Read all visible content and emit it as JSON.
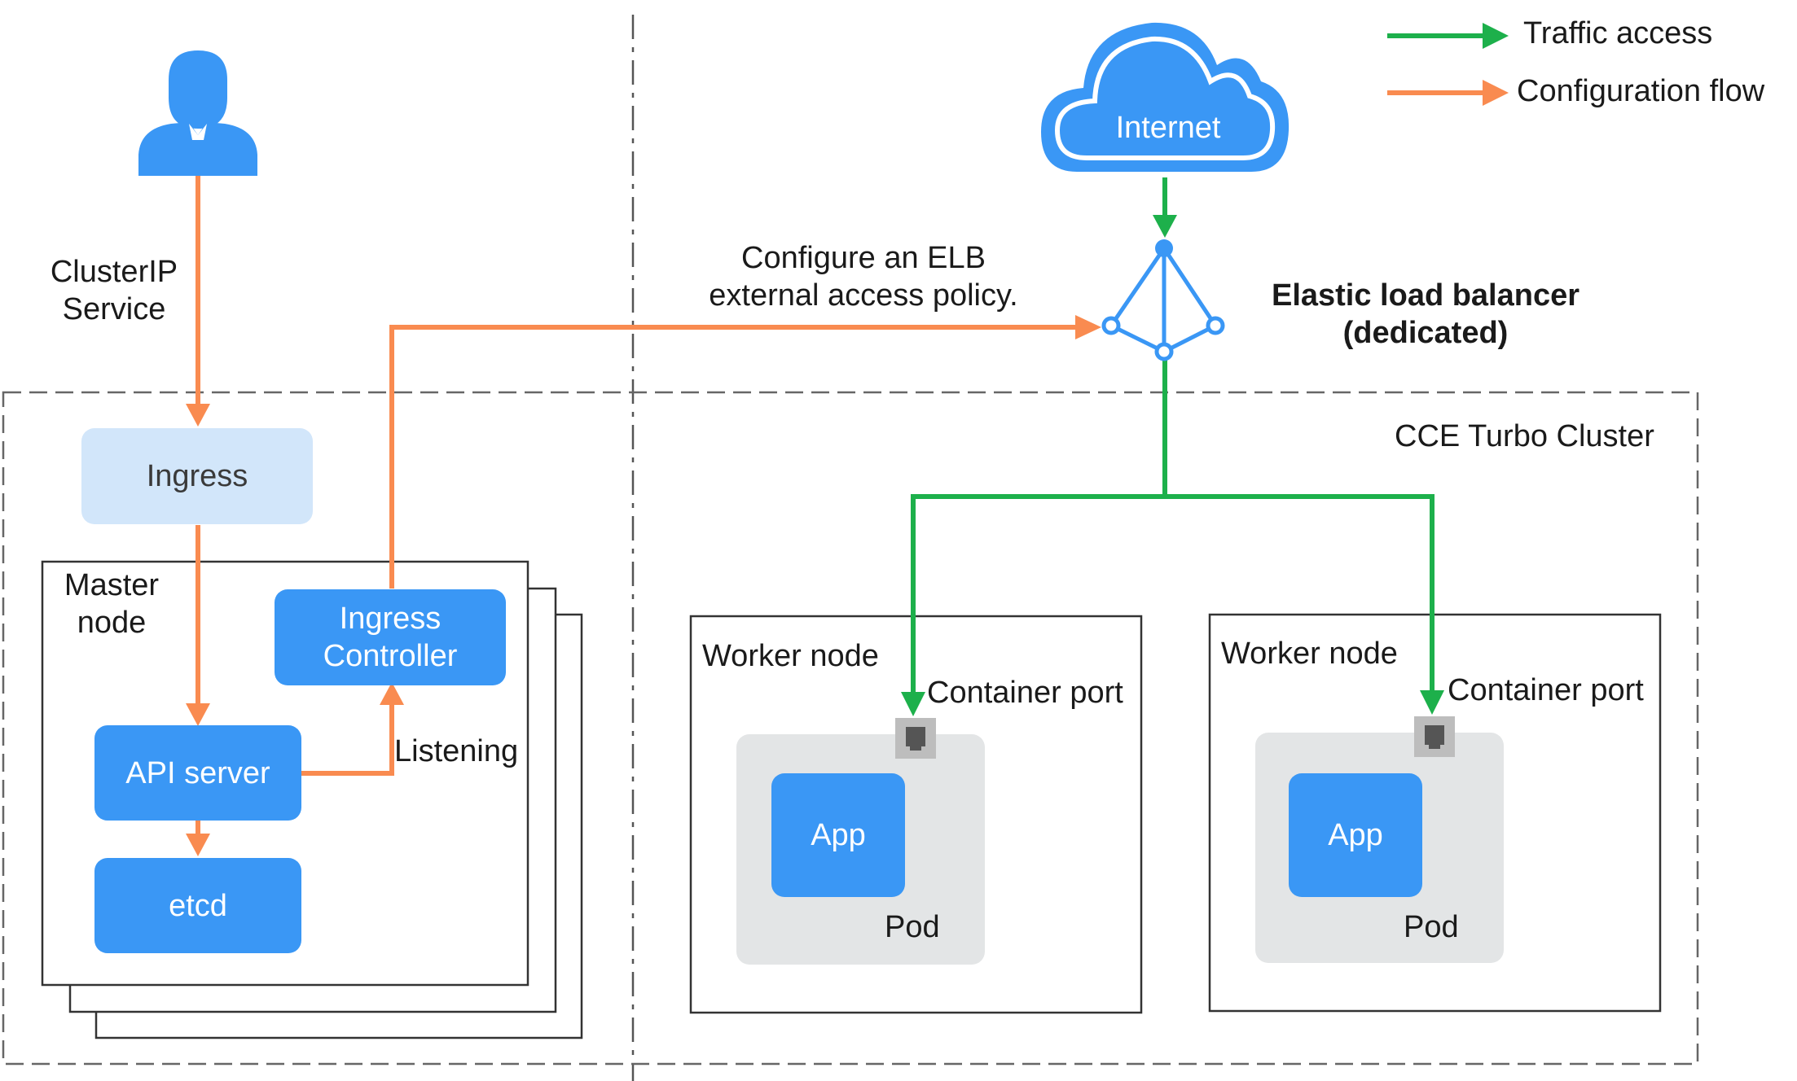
{
  "legend": {
    "traffic": "Traffic access",
    "config": "Configuration flow"
  },
  "colors": {
    "traffic": "#1db04b",
    "config": "#f98b50",
    "component": "#3a97f5",
    "ingress": "#d2e6fa",
    "pod": "#e3e5e6"
  },
  "user": {
    "icon": "user-icon",
    "edge_label": "ClusterIP\nService"
  },
  "internet": {
    "label": "Internet"
  },
  "elb": {
    "icon": "load-balancer-icon",
    "label": "Elastic load balancer\n(dedicated)"
  },
  "elb_policy_label": "Configure an ELB\nexternal access policy.",
  "cluster": {
    "label": "CCE Turbo Cluster"
  },
  "master": {
    "label": "Master\nnode",
    "ingress": "Ingress",
    "ingress_controller": "Ingress\nController",
    "api_server": "API server",
    "etcd": "etcd",
    "listening": "Listening"
  },
  "workers": [
    {
      "label": "Worker node",
      "port_label": "Container port",
      "app": "App",
      "pod": "Pod"
    },
    {
      "label": "Worker node",
      "port_label": "Container port",
      "app": "App",
      "pod": "Pod"
    }
  ]
}
